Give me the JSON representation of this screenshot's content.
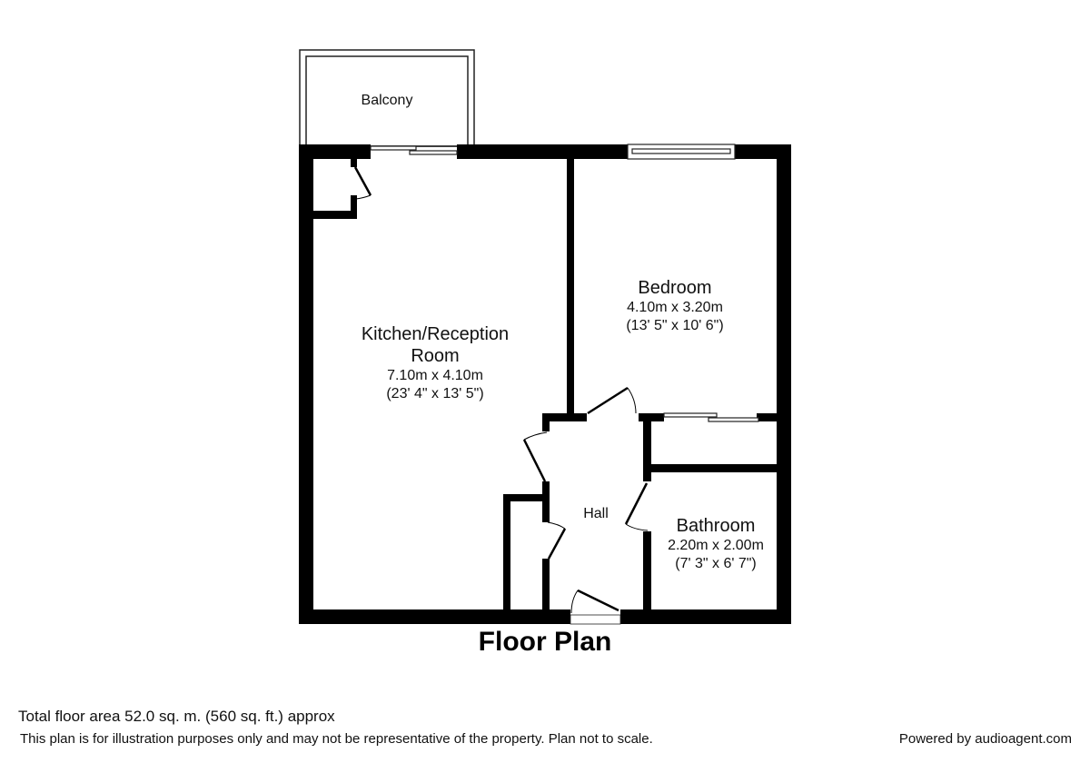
{
  "plan": {
    "title": "Floor Plan",
    "wall_color": "#000000",
    "rooms": [
      {
        "id": "balcony",
        "name": "Balcony"
      },
      {
        "id": "kitchen",
        "name_line1": "Kitchen/Reception",
        "name_line2": "Room",
        "dim_metric": "7.10m x 4.10m",
        "dim_imperial": "(23' 4\" x 13' 5\")"
      },
      {
        "id": "bedroom",
        "name": "Bedroom",
        "dim_metric": "4.10m x 3.20m",
        "dim_imperial": "(13' 5\" x 10' 6\")"
      },
      {
        "id": "hall",
        "name": "Hall"
      },
      {
        "id": "bathroom",
        "name": "Bathroom",
        "dim_metric": "2.20m x 2.00m",
        "dim_imperial": "(7' 3\" x 6' 7\")"
      }
    ]
  },
  "footer": {
    "total_area": "Total floor area 52.0 sq. m. (560 sq. ft.) approx",
    "disclaimer": "This plan is for illustration purposes only and may not be representative of the property. Plan not to scale.",
    "powered_by": "Powered by audioagent.com"
  }
}
